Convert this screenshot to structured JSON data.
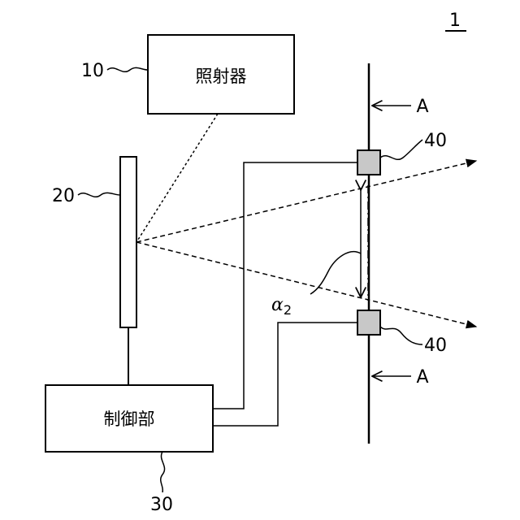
{
  "figure_number": "1",
  "irradiator": {
    "ref": "10",
    "label": "照射器"
  },
  "reflector": {
    "ref": "20"
  },
  "controller": {
    "ref": "30",
    "label": "制御部"
  },
  "sensor": {
    "ref": "40"
  },
  "track": {
    "marker": "A"
  },
  "angle": {
    "symbol": "α",
    "subscript": "2"
  },
  "colors": {
    "sensor_fill": "#c8c8c8",
    "stroke": "#000000"
  }
}
